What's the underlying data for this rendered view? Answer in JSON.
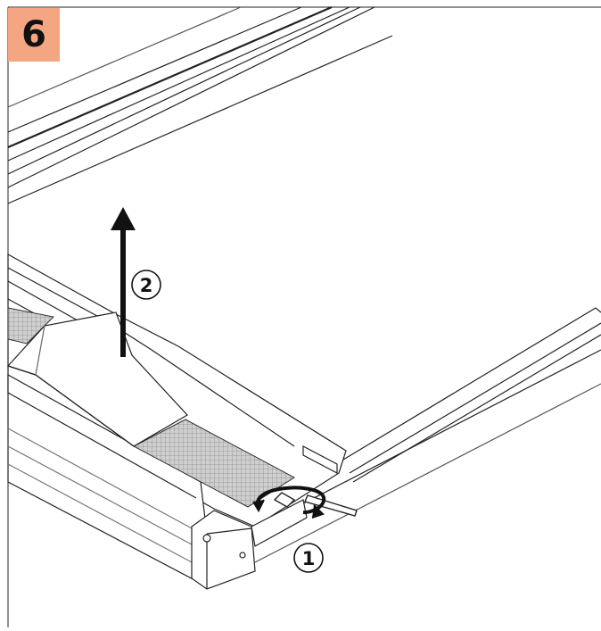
{
  "step": {
    "number": "6",
    "badge_color": "#f4a582"
  },
  "callouts": {
    "one": "1",
    "two": "2"
  },
  "icons": [
    "rotation-arrow-icon",
    "lift-up-arrow-icon",
    "hex-key-icon"
  ]
}
